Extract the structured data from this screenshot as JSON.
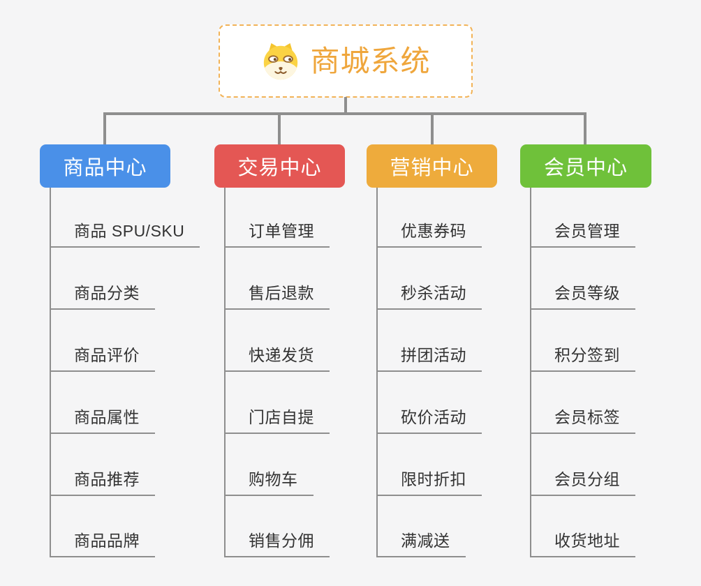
{
  "root": {
    "title": "商城系统",
    "icon": "dog-face-icon"
  },
  "colors": {
    "background": "#f5f5f6",
    "root_border": "#f2b357",
    "root_title": "#efa63c",
    "connector": "#8e8e8e",
    "leaf_text": "#333333",
    "branch_product": "#4a90e8",
    "branch_trade": "#e45754",
    "branch_marketing": "#eeab3c",
    "branch_member": "#6fc13a"
  },
  "branches": [
    {
      "label": "商品中心",
      "color": "#4a90e8",
      "children": [
        "商品 SPU/SKU",
        "商品分类",
        "商品评价",
        "商品属性",
        "商品推荐",
        "商品品牌"
      ]
    },
    {
      "label": "交易中心",
      "color": "#e45754",
      "children": [
        "订单管理",
        "售后退款",
        "快递发货",
        "门店自提",
        "购物车",
        "销售分佣"
      ]
    },
    {
      "label": "营销中心",
      "color": "#eeab3c",
      "children": [
        "优惠券码",
        "秒杀活动",
        "拼团活动",
        "砍价活动",
        "限时折扣",
        "满减送"
      ]
    },
    {
      "label": "会员中心",
      "color": "#6fc13a",
      "children": [
        "会员管理",
        "会员等级",
        "积分签到",
        "会员标签",
        "会员分组",
        "收货地址"
      ]
    }
  ]
}
